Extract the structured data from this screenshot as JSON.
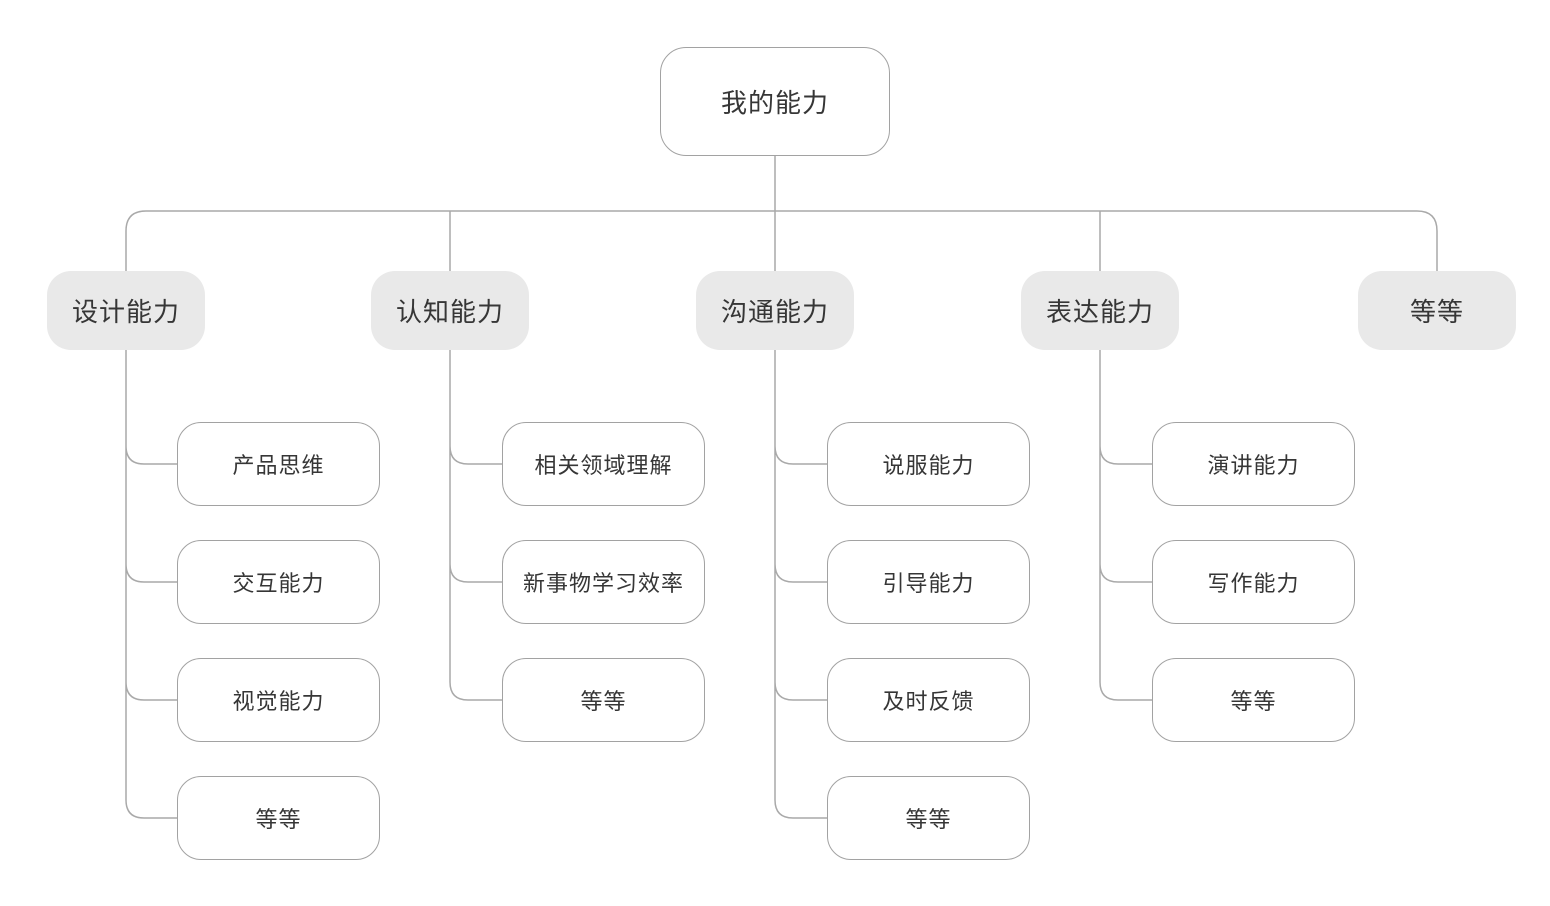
{
  "diagram": {
    "title": "我的能力 mind map",
    "root": {
      "label": "我的能力"
    },
    "branches": [
      {
        "label": "设计能力",
        "children": [
          {
            "label": "产品思维"
          },
          {
            "label": "交互能力"
          },
          {
            "label": "视觉能力"
          },
          {
            "label": "等等"
          }
        ]
      },
      {
        "label": "认知能力",
        "children": [
          {
            "label": "相关领域理解"
          },
          {
            "label": "新事物学习效率"
          },
          {
            "label": "等等"
          }
        ]
      },
      {
        "label": "沟通能力",
        "children": [
          {
            "label": "说服能力"
          },
          {
            "label": "引导能力"
          },
          {
            "label": "及时反馈"
          },
          {
            "label": "等等"
          }
        ]
      },
      {
        "label": "表达能力",
        "children": [
          {
            "label": "演讲能力"
          },
          {
            "label": "写作能力"
          },
          {
            "label": "等等"
          }
        ]
      },
      {
        "label": "等等",
        "children": []
      }
    ],
    "colors": {
      "background": "#ffffff",
      "branch_fill": "#e9e9e9",
      "node_fill": "#ffffff",
      "node_border": "#a2a2a2",
      "connector": "#a9a9a9",
      "text": "#363636"
    }
  }
}
